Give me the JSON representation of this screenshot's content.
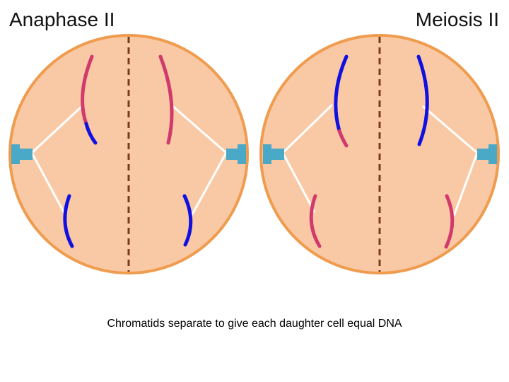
{
  "titles": {
    "left": "Anaphase II",
    "right": "Meiosis II"
  },
  "caption": "Chromatids separate to give each daughter cell equal DNA",
  "colors": {
    "cell_fill": "#f9c9a5",
    "cell_border": "#ef9c4f",
    "equator": "#7a3b1a",
    "spindle": "#ffffff",
    "centrosome": "#4aa9c6",
    "chromatid_red": "#d03a6c",
    "chromatid_blue": "#1010e0"
  },
  "icons": {
    "centrosome": "centrosome-icon"
  }
}
